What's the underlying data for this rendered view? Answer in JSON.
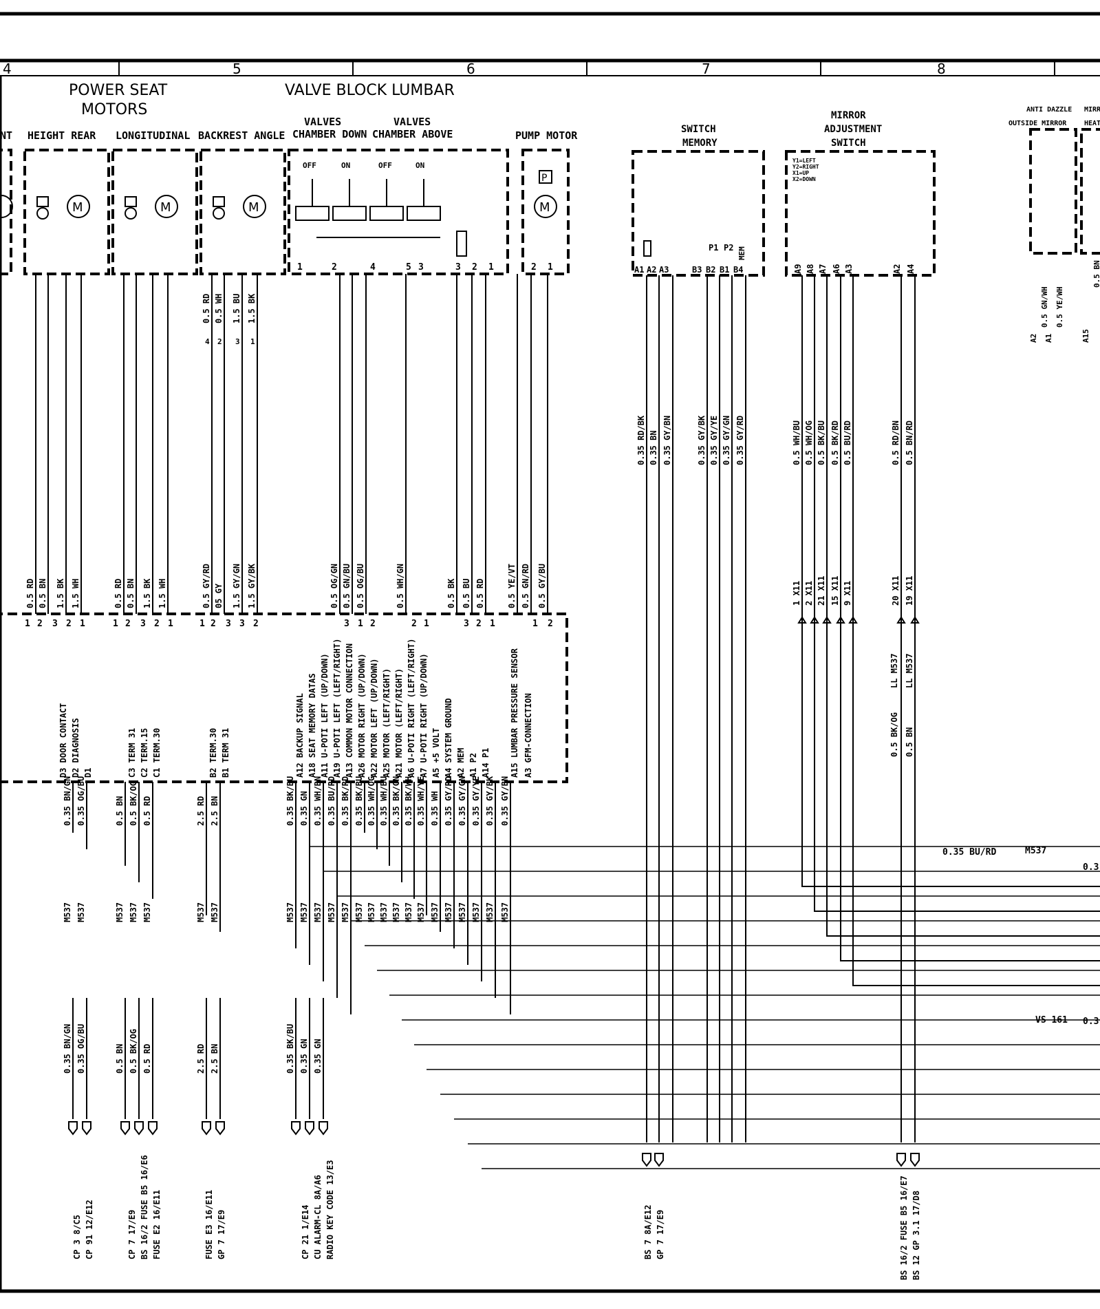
{
  "col_numbers": [
    "4",
    "5",
    "6",
    "7",
    "8"
  ],
  "headers": {
    "power_seat_motors": [
      "POWER SEAT",
      "MOTORS"
    ],
    "valve_block_lumbar": "VALVE BLOCK LUMBAR",
    "height_front_partial": "NT",
    "height_rear": "HEIGHT REAR",
    "longitudinal": "LONGITUDINAL",
    "backrest_angle": "BACKREST ANGLE",
    "valves_chamber_down": [
      "VALVES",
      "CHAMBER DOWN"
    ],
    "valves_chamber_above": [
      "VALVES",
      "CHAMBER ABOVE"
    ],
    "pump_motor": "PUMP MOTOR",
    "switch_memory": [
      "SWITCH",
      "MEMORY"
    ],
    "mirror_adjustment_switch": [
      "MIRROR",
      "ADJUSTMENT",
      "SWITCH"
    ],
    "anti_dazzle": [
      "ANTI DAZZLE",
      "OUTSIDE MIRROR"
    ],
    "mirror_heat_partial": [
      "MIRR",
      "HEAT"
    ]
  },
  "valve_labels": [
    "OFF",
    "ON",
    "OFF",
    "ON"
  ],
  "valve_pins": [
    "1",
    "2",
    "4",
    "5",
    "3",
    "3",
    "2",
    "1"
  ],
  "pump_pins": [
    "2",
    "1"
  ],
  "switch_memory_pins": [
    "A1",
    "A2",
    "A3",
    "B3",
    "B2",
    "B1",
    "B4"
  ],
  "switch_memory_extra": [
    "P1",
    "P2",
    "MEM"
  ],
  "mirror_switch_legend": [
    "Y1=LEFT",
    "Y2=RIGHT",
    "X1=UP",
    "X2=DOWN"
  ],
  "mirror_switch_pins": [
    "A9",
    "A8",
    "A7",
    "A6",
    "A3",
    "A2",
    "A4"
  ],
  "mirror_pins_right": [
    "A2",
    "A1",
    "A15"
  ],
  "mirror_right_wires": [
    "0.5 GN/WH",
    "0.5 YE/WH",
    "0.5 BN"
  ],
  "backrest_upper_wires": [
    "0.5 RD",
    "0.5 WH",
    "1.5 BU",
    "1.5 BK"
  ],
  "backrest_upper_pins": [
    "4",
    "2",
    "3",
    "1"
  ],
  "switch_memory_wires": [
    "0.35 RD/BK",
    "0.35 BN",
    "0.35 GY/BN",
    "0.35 GY/BK",
    "0.35 GY/YE",
    "0.35 GY/GN",
    "0.35 GY/RD"
  ],
  "mirror_switch_wires": [
    "0.5 WH/BU",
    "0.5 WH/OG",
    "0.5 BK/BU",
    "0.5 BK/RD",
    "0.5 BU/RD",
    "0.5 RD/BN",
    "0.5 BN/RD"
  ],
  "motor_wires": {
    "height_rear": [
      "0.5 RD",
      "0.5 BN",
      "1.5 BK",
      "1.5 WH"
    ],
    "longitudinal": [
      "0.5 RD",
      "0.5 BN",
      "1.5 BK",
      "1.5 WH"
    ],
    "backrest": [
      "0.5 GY/RD",
      "05 GY",
      "1.5 GY/GN",
      "1.5 GY/BK"
    ],
    "valves": [
      "0.5 OG/GN",
      "0.5 GN/BU",
      "0.5 OG/BU",
      "0.5 WH/GN",
      "0.5 BK",
      "0.5 BU",
      "0.5 RD",
      "0.5 YE/VT",
      "0.5 GN/RD",
      "0.5 GY/BU"
    ]
  },
  "connector_pins": {
    "height_rear": [
      "1",
      "2",
      "3",
      "2",
      "1"
    ],
    "longitudinal": [
      "1",
      "2",
      "3",
      "2",
      "1"
    ],
    "backrest": [
      "1",
      "2",
      "3",
      "3",
      "2",
      "1"
    ],
    "valves_a": [
      "3",
      "1",
      "2"
    ],
    "valves_b": [
      "2",
      "1"
    ],
    "valves_c": [
      "3",
      "2",
      "1"
    ],
    "lumbar": [
      "1",
      "2"
    ]
  },
  "x11_labels": [
    "1 X11",
    "2 X11",
    "21 X11",
    "15 X11",
    "9 X11",
    "20 X11",
    "19 X11"
  ],
  "ll_labels": [
    "LL M537",
    "LL M537"
  ],
  "ll_wires": [
    "0.5 BK/OG",
    "0.5 BN"
  ],
  "control_unit_functions": [
    {
      "pin": "D3",
      "label": "DOOR CONTACT"
    },
    {
      "pin": "D2",
      "label": "DIAGNOSIS"
    },
    {
      "pin": "D1",
      "label": ""
    },
    {
      "pin": "C3",
      "label": "TERM 31"
    },
    {
      "pin": "C2",
      "label": "TERM.15"
    },
    {
      "pin": "C1",
      "label": "TERM.30"
    },
    {
      "pin": "B2",
      "label": "TERM.30"
    },
    {
      "pin": "B1",
      "label": "TERM 31"
    },
    {
      "pin": "A12",
      "label": "BACKUP SIGNAL"
    },
    {
      "pin": "A18",
      "label": "SEAT MEMORY DATAS"
    },
    {
      "pin": "A11",
      "label": "U-POTI LEFT (UP/DOWN)"
    },
    {
      "pin": "A19",
      "label": "U-POTI LEFT (LEFT/RIGHT)"
    },
    {
      "pin": "A13",
      "label": "COMMON MOTOR CONNECTION"
    },
    {
      "pin": "A26",
      "label": "MOTOR RIGHT (UP/DOWN)"
    },
    {
      "pin": "A22",
      "label": "MOTOR LEFT (UP/DOWN)"
    },
    {
      "pin": "A25",
      "label": "MOTOR (LEFT/RIGHT)"
    },
    {
      "pin": "A21",
      "label": "MOTOR (LEFT/RIGHT)"
    },
    {
      "pin": "A6",
      "label": "U-POTI RIGHT (LEFT/RIGHT)"
    },
    {
      "pin": "A7",
      "label": "U-POTI RIGHT (UP/DOWN)"
    },
    {
      "pin": "A5",
      "label": "+5 VOLT"
    },
    {
      "pin": "A4",
      "label": "SYSTEM GROUND"
    },
    {
      "pin": "A2",
      "label": "MEM"
    },
    {
      "pin": "A1",
      "label": "P2"
    },
    {
      "pin": "A14",
      "label": "P1"
    },
    {
      "pin": "A15",
      "label": "LUMBAR PRESSURE SENSOR"
    },
    {
      "pin": "A3",
      "label": "GFM-CONNECTION"
    }
  ],
  "lower_wires": [
    "0.35 BN/GN",
    "0.35 OG/BU",
    "0.5 BN",
    "0.5 BK/OG",
    "0.5 RD",
    "2.5 RD",
    "2.5 BN",
    "0.35 BK/BU",
    "0.35 GN",
    "0.35 WH/BN",
    "0.35 BU/RD",
    "0.35 BK/RD",
    "0.35 BK/BU",
    "0.35 WH/OG",
    "0.35 WH/BU",
    "0.35 BK/GN",
    "0.35 BK/WH",
    "0.35 WH/YE",
    "0.35 WH",
    "0.35 GY/RD",
    "0.35 GY/GN",
    "0.35 GY/YE",
    "0.35 GY/BK",
    "0.35 GY/BN"
  ],
  "m537": "M537",
  "bus_label": "0.35 BU/RD",
  "bus_m537": "M537",
  "bus_right_partial": "0.3",
  "vs161": "VS 161",
  "vs161_partial": "0.3",
  "bottom_wires": [
    "0.35 BN/GN",
    "0.35 OG/BU",
    "0.5 BN",
    "0.5 BK/OG",
    "0.5 RD",
    "2.5 RD",
    "2.5 BN",
    "0.35 BK/BU",
    "0.35 GN",
    "0.35 GN"
  ],
  "bottom_labels": [
    [
      "CP 3  8/C5",
      "CP 91  12/E12"
    ],
    [
      "CP 7  17/E9",
      "BS 16/2 FUSE B5  16/E6",
      "FUSE E2  16/E11"
    ],
    [
      "FUSE E3  16/E11",
      "GP 7  17/E9"
    ],
    [
      "CP 21  1/E14",
      "CU ALARM-CL  8A/A6",
      "RADIO KEY CODE  13/E3"
    ],
    [
      "BS 7  8A/E12",
      "GP 7  17/E9"
    ],
    [
      "BS 16/2 FUSE B5  16/E7",
      "BS 12 GP 3.1  17/D8"
    ]
  ]
}
